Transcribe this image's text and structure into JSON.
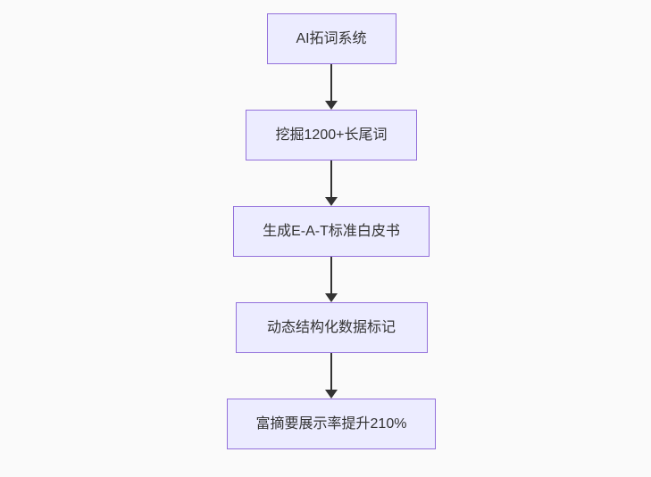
{
  "diagram": {
    "type": "flowchart-vertical",
    "node_fill": "#ECECFF",
    "node_border": "#9370DB",
    "node_text_color": "#333333",
    "arrow_color": "#333333",
    "background": "#fafafa",
    "nodes": [
      {
        "label": "AI拓词系统"
      },
      {
        "label": "挖掘1200+长尾词"
      },
      {
        "label": "生成E-A-T标准白皮书"
      },
      {
        "label": "动态结构化数据标记"
      },
      {
        "label": "富摘要展示率提升210%"
      }
    ],
    "edges": [
      {
        "from": 0,
        "to": 1
      },
      {
        "from": 1,
        "to": 2
      },
      {
        "from": 2,
        "to": 3
      },
      {
        "from": 3,
        "to": 4
      }
    ]
  }
}
